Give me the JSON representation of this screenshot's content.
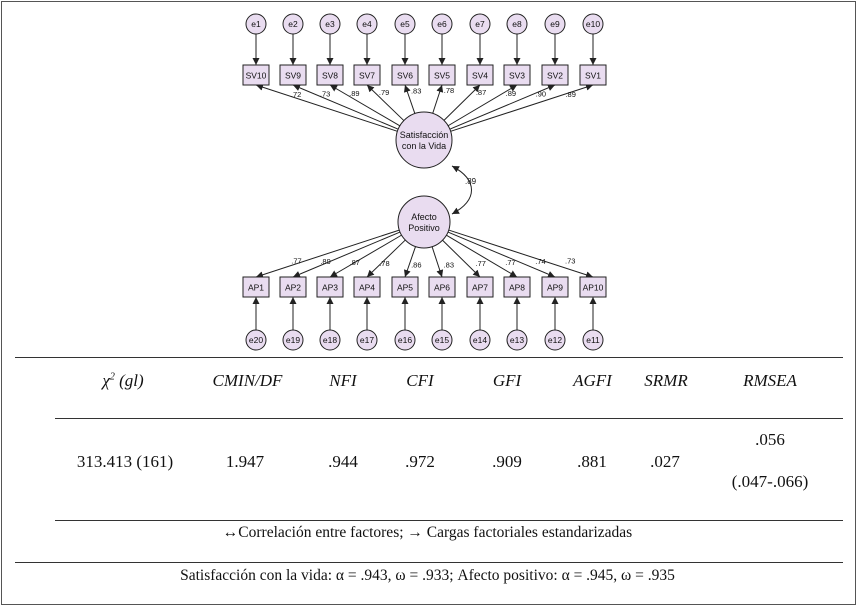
{
  "diagram": {
    "factor_top": {
      "label_line1": "Satisfacción",
      "label_line2": "con la Vida"
    },
    "factor_bottom": {
      "label_line1": "Afecto",
      "label_line2": "Positivo"
    },
    "correlation": ".89",
    "top_indicators": [
      {
        "error": "e1",
        "item": "SV10",
        "loading": ".72"
      },
      {
        "error": "e2",
        "item": "SV9",
        "loading": ".73"
      },
      {
        "error": "e3",
        "item": "SV8",
        "loading": ".89"
      },
      {
        "error": "e4",
        "item": "SV7",
        "loading": ".79"
      },
      {
        "error": "e5",
        "item": "SV6",
        "loading": ".83"
      },
      {
        "error": "e6",
        "item": "SV5",
        "loading": ".78"
      },
      {
        "error": "e7",
        "item": "SV4",
        "loading": ".87"
      },
      {
        "error": "e8",
        "item": "SV3",
        "loading": ".89"
      },
      {
        "error": "e9",
        "item": "SV2",
        "loading": ".90"
      },
      {
        "error": "e10",
        "item": "SV1",
        "loading": ".89"
      }
    ],
    "bottom_indicators": [
      {
        "error": "e20",
        "item": "AP1",
        "loading": ".77"
      },
      {
        "error": "e19",
        "item": "AP2",
        "loading": ".89"
      },
      {
        "error": "e18",
        "item": "AP3",
        "loading": ".87"
      },
      {
        "error": "e17",
        "item": "AP4",
        "loading": ".78"
      },
      {
        "error": "e16",
        "item": "AP5",
        "loading": ".86"
      },
      {
        "error": "e15",
        "item": "AP6",
        "loading": ".83"
      },
      {
        "error": "e14",
        "item": "AP7",
        "loading": ".77"
      },
      {
        "error": "e13",
        "item": "AP8",
        "loading": ".77"
      },
      {
        "error": "e12",
        "item": "AP9",
        "loading": ".74"
      },
      {
        "error": "e11",
        "item": "AP10",
        "loading": ".73"
      }
    ]
  },
  "table": {
    "headers": {
      "chi": "χ",
      "chi_sup": "2",
      "chi_rest": " (gl)",
      "cmin": "CMIN/DF",
      "nfi": "NFI",
      "cfi": "CFI",
      "gfi": "GFI",
      "agfi": "AGFI",
      "srmr": "SRMR",
      "rmsea": "RMSEA"
    },
    "values": {
      "chi": "313.413 (161)",
      "cmin": "1.947",
      "nfi": ".944",
      "cfi": ".972",
      "gfi": ".909",
      "agfi": ".881",
      "srmr": ".027",
      "rmsea": ".056",
      "rmsea_ci": "(.047-.066)"
    }
  },
  "notes": {
    "legend": "↔Correlación entre factores; → Cargas factoriales estandarizadas",
    "reliability": "Satisfacción con la vida: α = .943, ω = .933; Afecto positivo: α = .945, ω = .935"
  },
  "colors": {
    "node_fill": "#e9dcf0",
    "stroke": "#222222"
  }
}
